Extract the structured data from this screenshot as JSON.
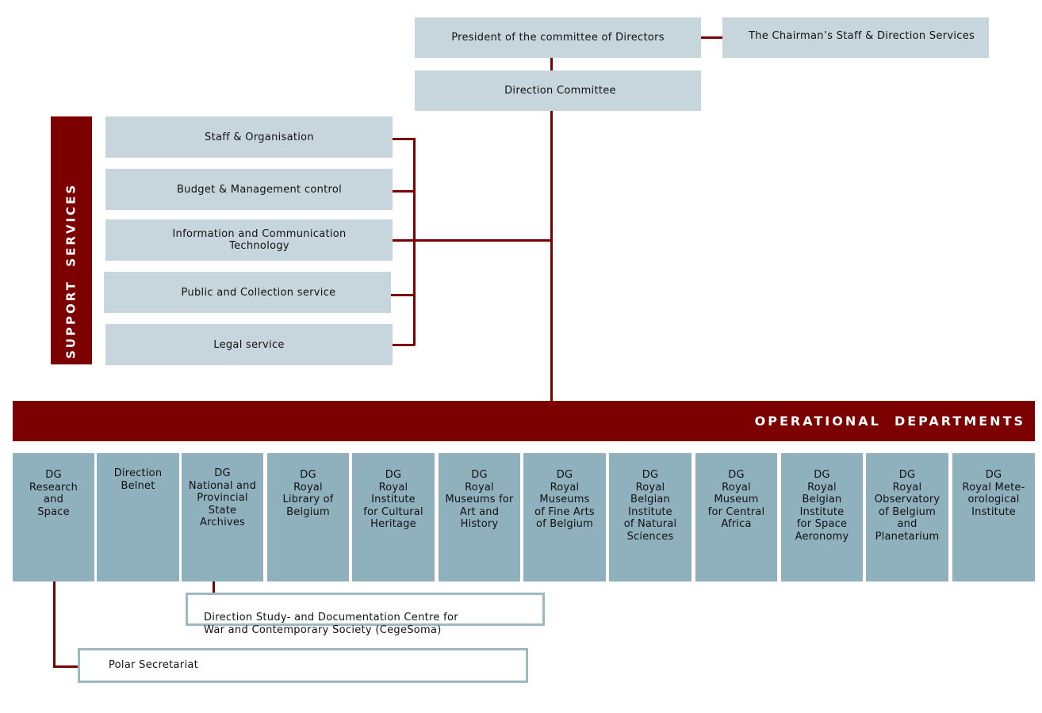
{
  "top": {
    "president": "President of the committee of Directors",
    "chairman_staff": "The Chairman’s Staff & Direction Services",
    "direction_committee": "Direction Committee"
  },
  "support": {
    "banner": "SUPPORT  SERVICES",
    "items": [
      "Staff & Organisation",
      "Budget & Management control",
      "Information and Communication\nTechnology",
      "Public and Collection service",
      "Legal service"
    ]
  },
  "operational": {
    "banner": "OPERATIONAL  DEPARTMENTS",
    "departments": [
      "DG\nResearch\nand\nSpace",
      "Direction\nBelnet",
      "DG\nNational and\nProvincial\nState\nArchives",
      "DG\nRoyal\nLibrary of\nBelgium",
      "DG\nRoyal\nInstitute\nfor Cultural\nHeritage",
      "DG\nRoyal\nMuseums for\nArt and\nHistory",
      "DG\nRoyal\nMuseums\nof Fine Arts\nof Belgium",
      "DG\nRoyal\nBelgian\nInstitute\nof Natural\nSciences",
      "DG\nRoyal\nMuseum\nfor Central\nAfrica",
      "DG\nRoyal\nBelgian\nInstitute\nfor Space\nAeronomy",
      "DG\nRoyal\nObservatory\nof Belgium\nand\nPlanetarium",
      "DG\nRoyal Mete-\norological\nInstitute"
    ]
  },
  "sub_units": {
    "cegesoma": "Direction Study- and Documentation Centre for\nWar and Contemporary Society (CegeSoma)",
    "polar": "Polar Secretariat"
  },
  "colors": {
    "accent": "#7d0000",
    "box_light": "#c7d6dd",
    "box_dept": "#8fb0bd",
    "outline": "#9fb9c4"
  }
}
